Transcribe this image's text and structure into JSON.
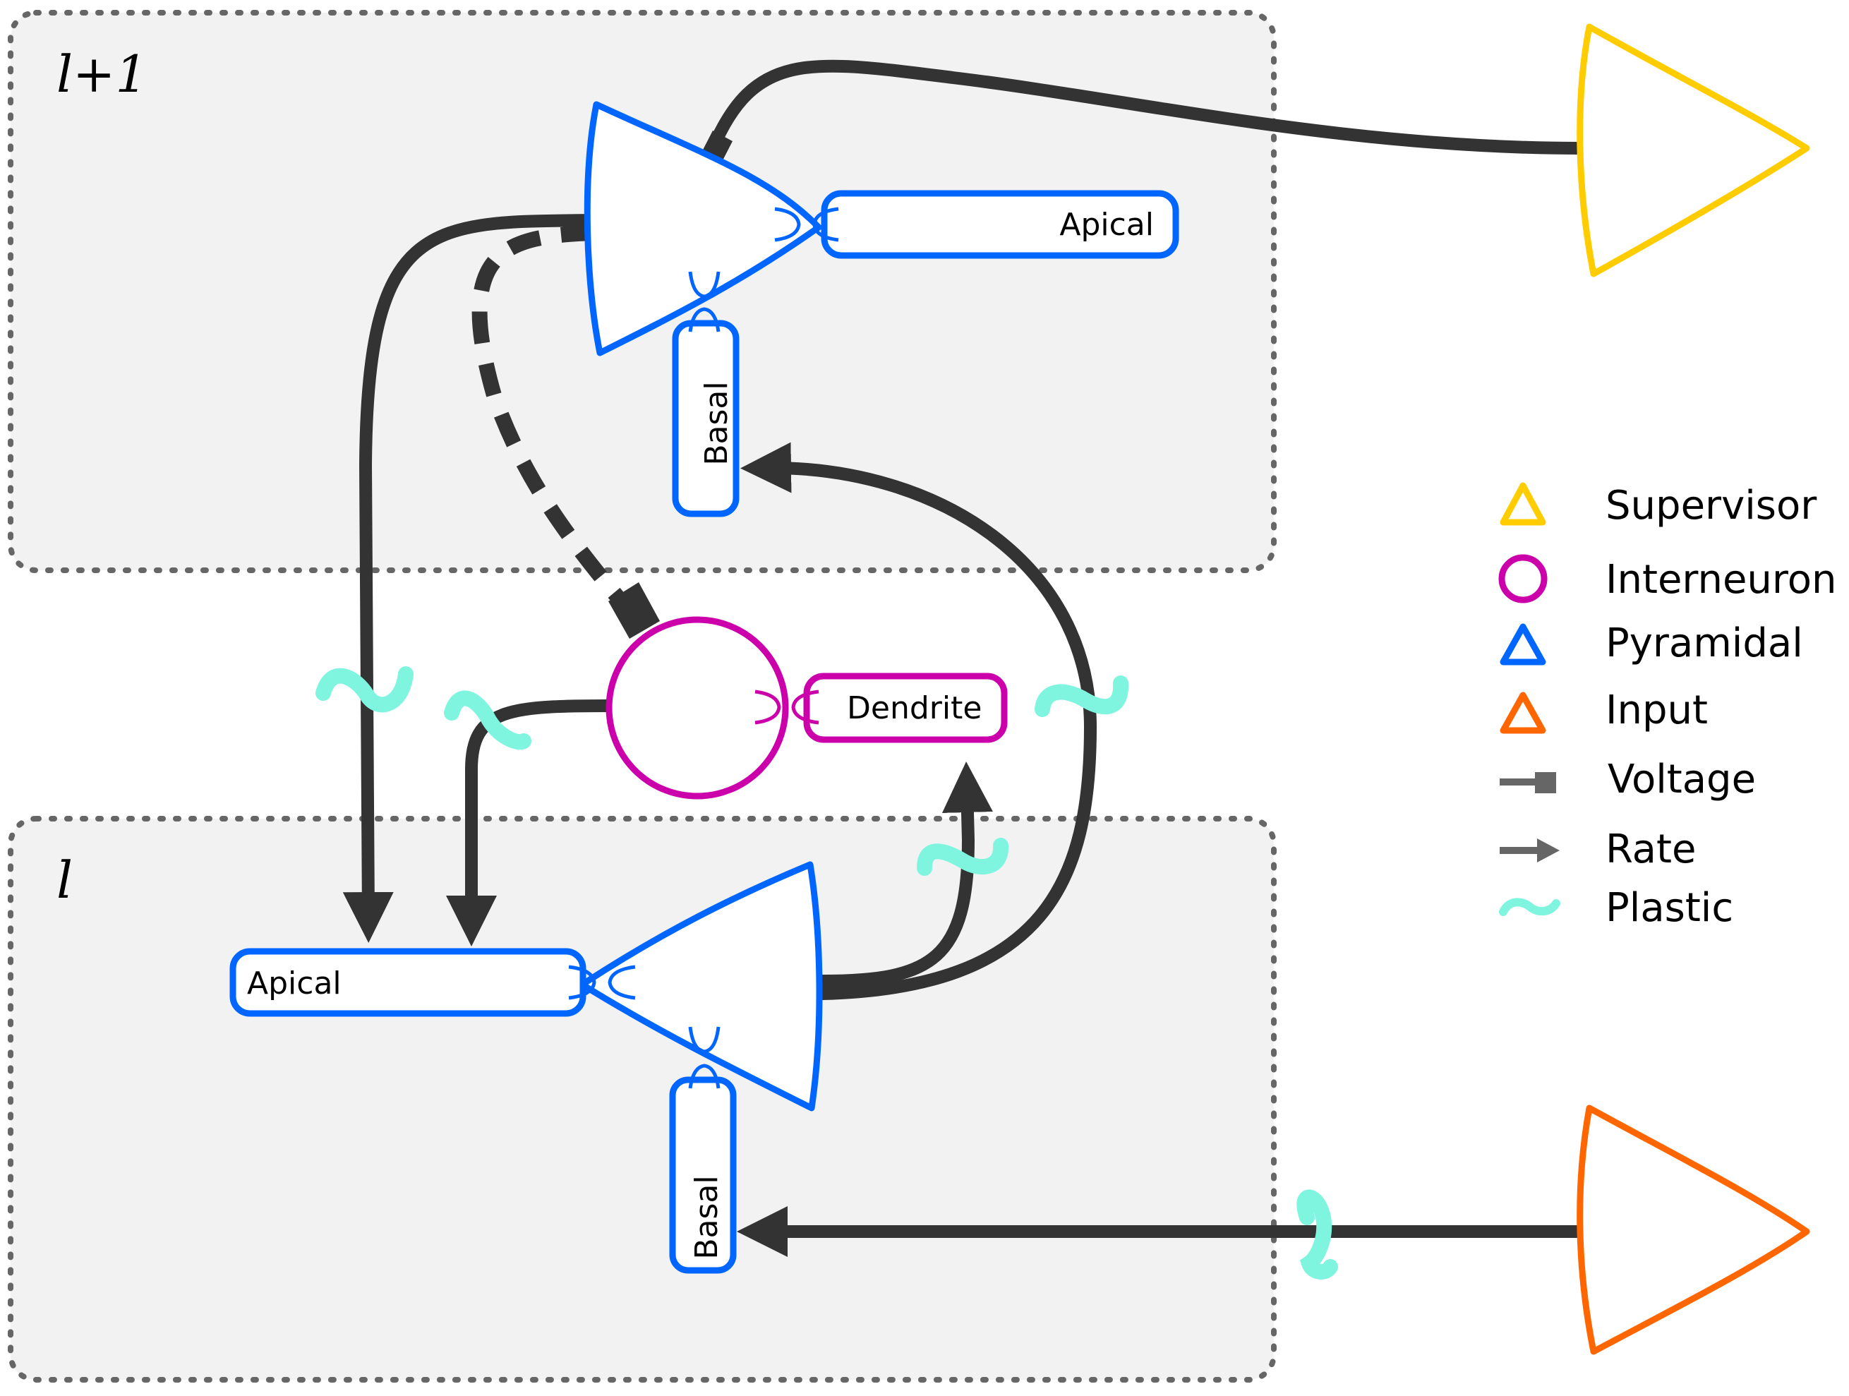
{
  "layers": {
    "upper": {
      "label": "l+1"
    },
    "lower": {
      "label": "l"
    }
  },
  "compartments": {
    "upper_apical": "Apical",
    "upper_basal": "Basal",
    "lower_apical": "Apical",
    "lower_basal": "Basal",
    "interneuron_dendrite": "Dendrite"
  },
  "legend": {
    "items": [
      {
        "label": "Supervisor",
        "symbol": "triangle",
        "color": "#FFCC00"
      },
      {
        "label": "Interneuron",
        "symbol": "circle",
        "color": "#CC00AA"
      },
      {
        "label": "Pyramidal",
        "symbol": "triangle",
        "color": "#0066FF"
      },
      {
        "label": "Input",
        "symbol": "triangle",
        "color": "#FF6600"
      },
      {
        "label": "Voltage",
        "symbol": "square-connector",
        "color": "#666666"
      },
      {
        "label": "Rate",
        "symbol": "arrow",
        "color": "#666666"
      },
      {
        "label": "Plastic",
        "symbol": "tilde",
        "color": "#7FF5E0"
      }
    ]
  },
  "colors": {
    "pyramidal": "#0066FF",
    "interneuron": "#CC00AA",
    "supervisor": "#FFCC00",
    "input": "#FF6600",
    "connection": "#333333",
    "plastic": "#7FF5E0",
    "layer_fill": "#F2F2F2",
    "layer_border": "#666666"
  }
}
